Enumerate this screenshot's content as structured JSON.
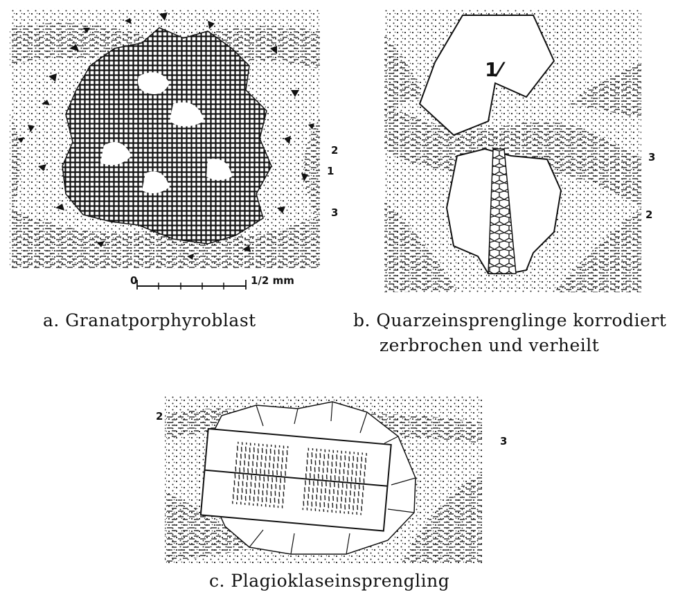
{
  "figures": {
    "a": {
      "caption": "a. Granatporphyroblast",
      "labels": [
        "2",
        "1",
        "3"
      ],
      "scale": {
        "start": "0",
        "end": "1/2 mm"
      }
    },
    "b": {
      "caption_line1": "b. Quarzeinsprenglinge korrodiert",
      "caption_line2": "zerbrochen und verheilt",
      "labels": [
        "3",
        "2"
      ]
    },
    "c": {
      "caption": "c. Plagioklaseinsprengling",
      "labels": [
        "2",
        "3"
      ]
    }
  }
}
